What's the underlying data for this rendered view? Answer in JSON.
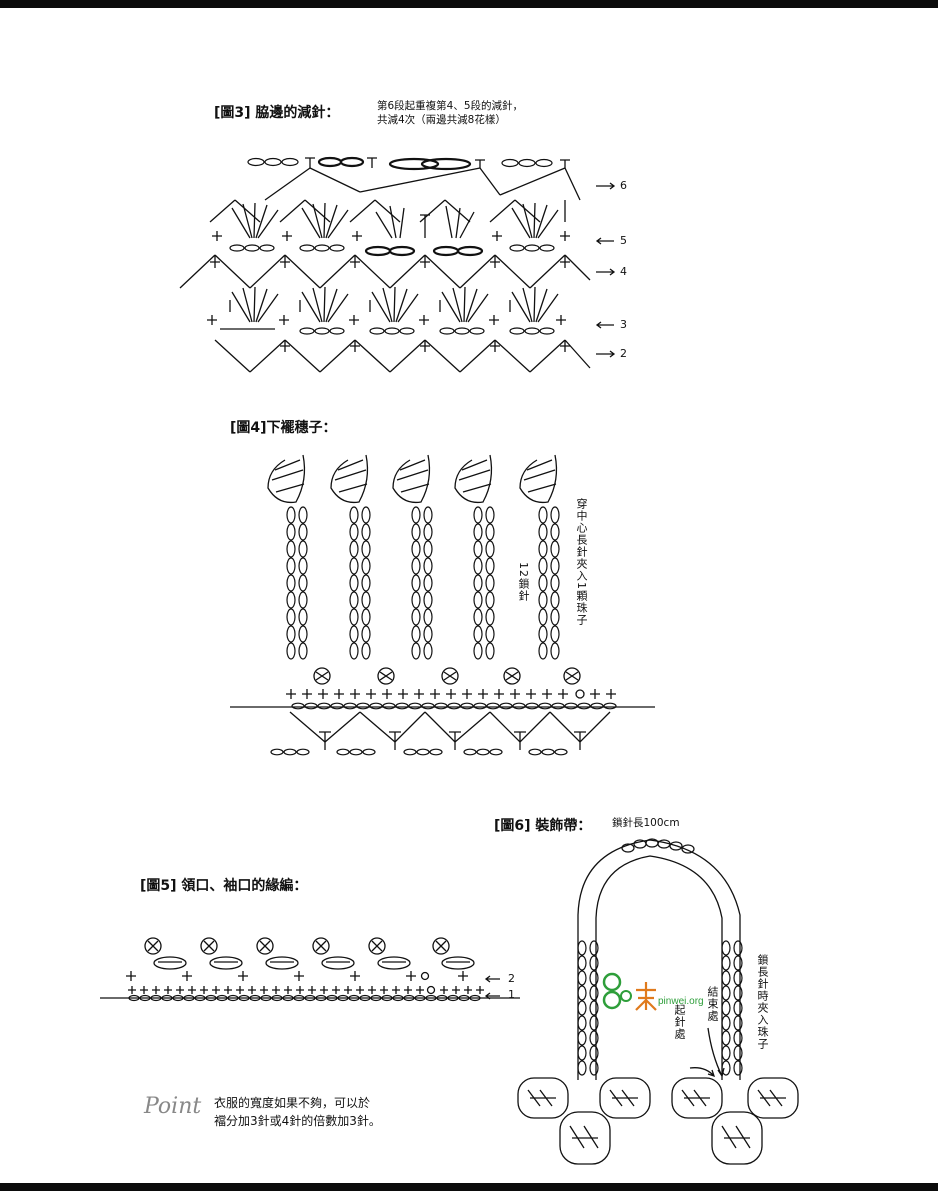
{
  "fig3": {
    "title": "[圖3] 脇邊的減針：",
    "note_line1": "第6段起重複第4、5段的減針，",
    "note_line2": "共減4次（兩邊共減8花樣）",
    "row_labels": [
      "6",
      "5",
      "4",
      "3",
      "2"
    ]
  },
  "fig4": {
    "title": "[圖4]下襬穗子：",
    "chain_label": "12鎖針",
    "bead_note": "穿中心長針夾入1顆珠子"
  },
  "fig5": {
    "title": "[圖5] 領口、袖口的緣編：",
    "row_labels": [
      "2",
      "1"
    ]
  },
  "fig6": {
    "title": "[圖6] 裝飾帶：",
    "length_note": "鎖針長100cm",
    "side_note": "鎖長針時夾入珠子",
    "finish_label": "結束處",
    "start_label": "起針處"
  },
  "watermark": {
    "site": "pinwei.org"
  },
  "point": {
    "label": "Point",
    "line1": "衣服的寬度如果不夠，可以於",
    "line2": "襠分加3針或4針的倍數加3針。"
  },
  "colors": {
    "ink": "#111111",
    "bar": "#0b0b0b",
    "watermark_green": "#2e9e3a",
    "watermark_orange": "#e07a1c"
  }
}
